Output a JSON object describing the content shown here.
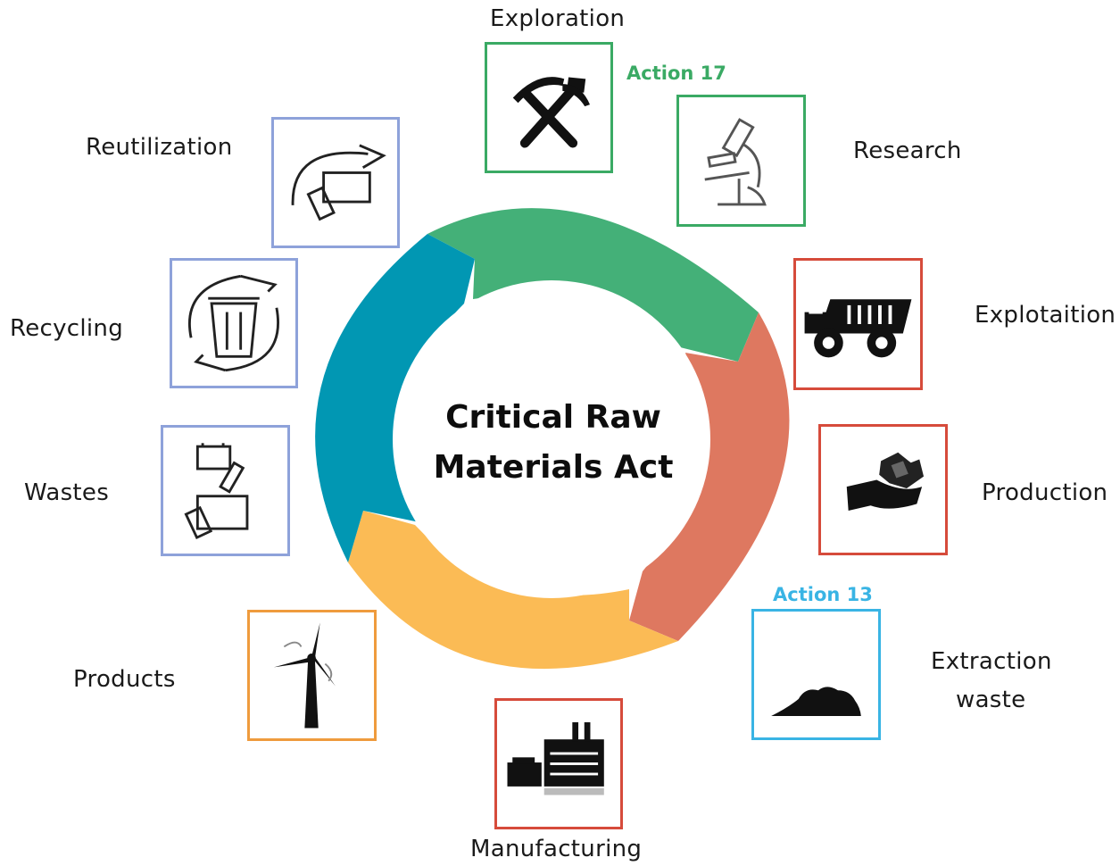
{
  "center": {
    "line1": "Critical Raw",
    "line2": "Materials Act"
  },
  "colors": {
    "green": "#44b078",
    "red": "#de7860",
    "yellow": "#fbbb55",
    "teal": "#0197b3",
    "green_border": "#3aaa64",
    "red_border": "#d64b3b",
    "blue_border": "#8ea2da",
    "cyan_border": "#39b4e4",
    "orange_border": "#ef9b3d"
  },
  "stages": {
    "exploration": {
      "label": "Exploration",
      "icon": "pickaxe-hammer-icon"
    },
    "research": {
      "label": "Research",
      "icon": "microscope-icon"
    },
    "exploitation": {
      "label": "Explotaition",
      "icon": "dump-truck-icon"
    },
    "production": {
      "label": "Production",
      "icon": "hand-with-ore-icon"
    },
    "extraction_waste": {
      "line1": "Extraction",
      "line2": "waste",
      "icon": "waste-pile-icon"
    },
    "manufacturing": {
      "label": "Manufacturing",
      "icon": "factory-icon"
    },
    "products": {
      "label": "Products",
      "icon": "wind-turbine-icon"
    },
    "wastes": {
      "label": "Wastes",
      "icon": "batteries-and-devices-icon"
    },
    "recycling": {
      "label": "Recycling",
      "icon": "recycle-bin-icon"
    },
    "reutilization": {
      "label": "Reutilization",
      "icon": "reuse-devices-icon"
    }
  },
  "actions": {
    "action17": "Action 17",
    "action13": "Action 13"
  }
}
